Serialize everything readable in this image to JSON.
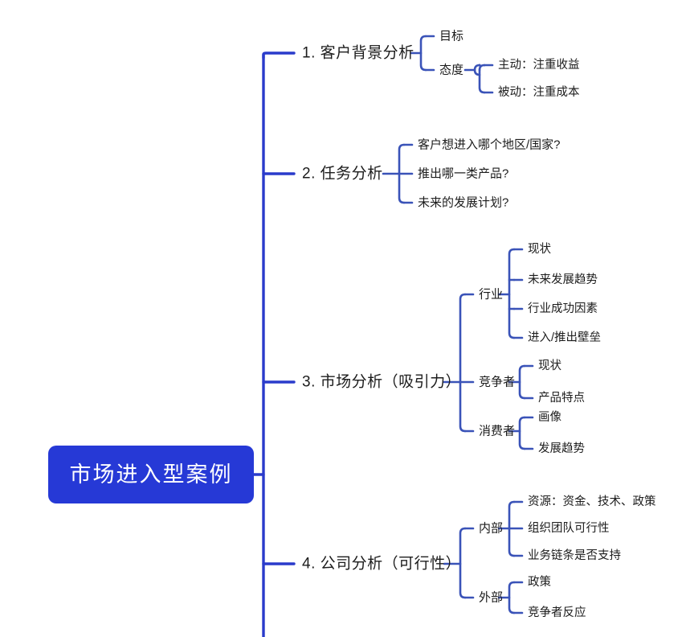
{
  "colors": {
    "root_fill": "#2639D6",
    "root_text": "#ffffff",
    "trunk_line": "#2A3BCB",
    "branch_line": "#3A53B8",
    "node_text": "#1c1c1c",
    "background": "#ffffff"
  },
  "root": {
    "label": "市场进入型案例"
  },
  "branches": [
    {
      "label": "1. 客户背景分析",
      "children": [
        {
          "label": "目标",
          "children": []
        },
        {
          "label": "态度",
          "children": [
            {
              "label": "主动：注重收益"
            },
            {
              "label": "被动：注重成本"
            }
          ]
        }
      ]
    },
    {
      "label": "2. 任务分析",
      "children": [
        {
          "label": "客户想进入哪个地区/国家?",
          "children": []
        },
        {
          "label": "推出哪一类产品?",
          "children": []
        },
        {
          "label": "未来的发展计划?",
          "children": []
        }
      ]
    },
    {
      "label": "3. 市场分析（吸引力）",
      "children": [
        {
          "label": "行业",
          "children": [
            {
              "label": "现状"
            },
            {
              "label": "未来发展趋势"
            },
            {
              "label": "行业成功因素"
            },
            {
              "label": "进入/推出壁垒"
            }
          ]
        },
        {
          "label": "竞争者",
          "children": [
            {
              "label": "现状"
            },
            {
              "label": "产品特点"
            }
          ]
        },
        {
          "label": "消费者",
          "children": [
            {
              "label": "画像"
            },
            {
              "label": "发展趋势"
            }
          ]
        }
      ]
    },
    {
      "label": "4. 公司分析（可行性）",
      "children": [
        {
          "label": "内部",
          "children": [
            {
              "label": "资源：资金、技术、政策"
            },
            {
              "label": "组织团队可行性"
            },
            {
              "label": "业务链条是否支持"
            }
          ]
        },
        {
          "label": "外部",
          "children": [
            {
              "label": "政策"
            },
            {
              "label": "竞争者反应"
            }
          ]
        }
      ]
    }
  ]
}
